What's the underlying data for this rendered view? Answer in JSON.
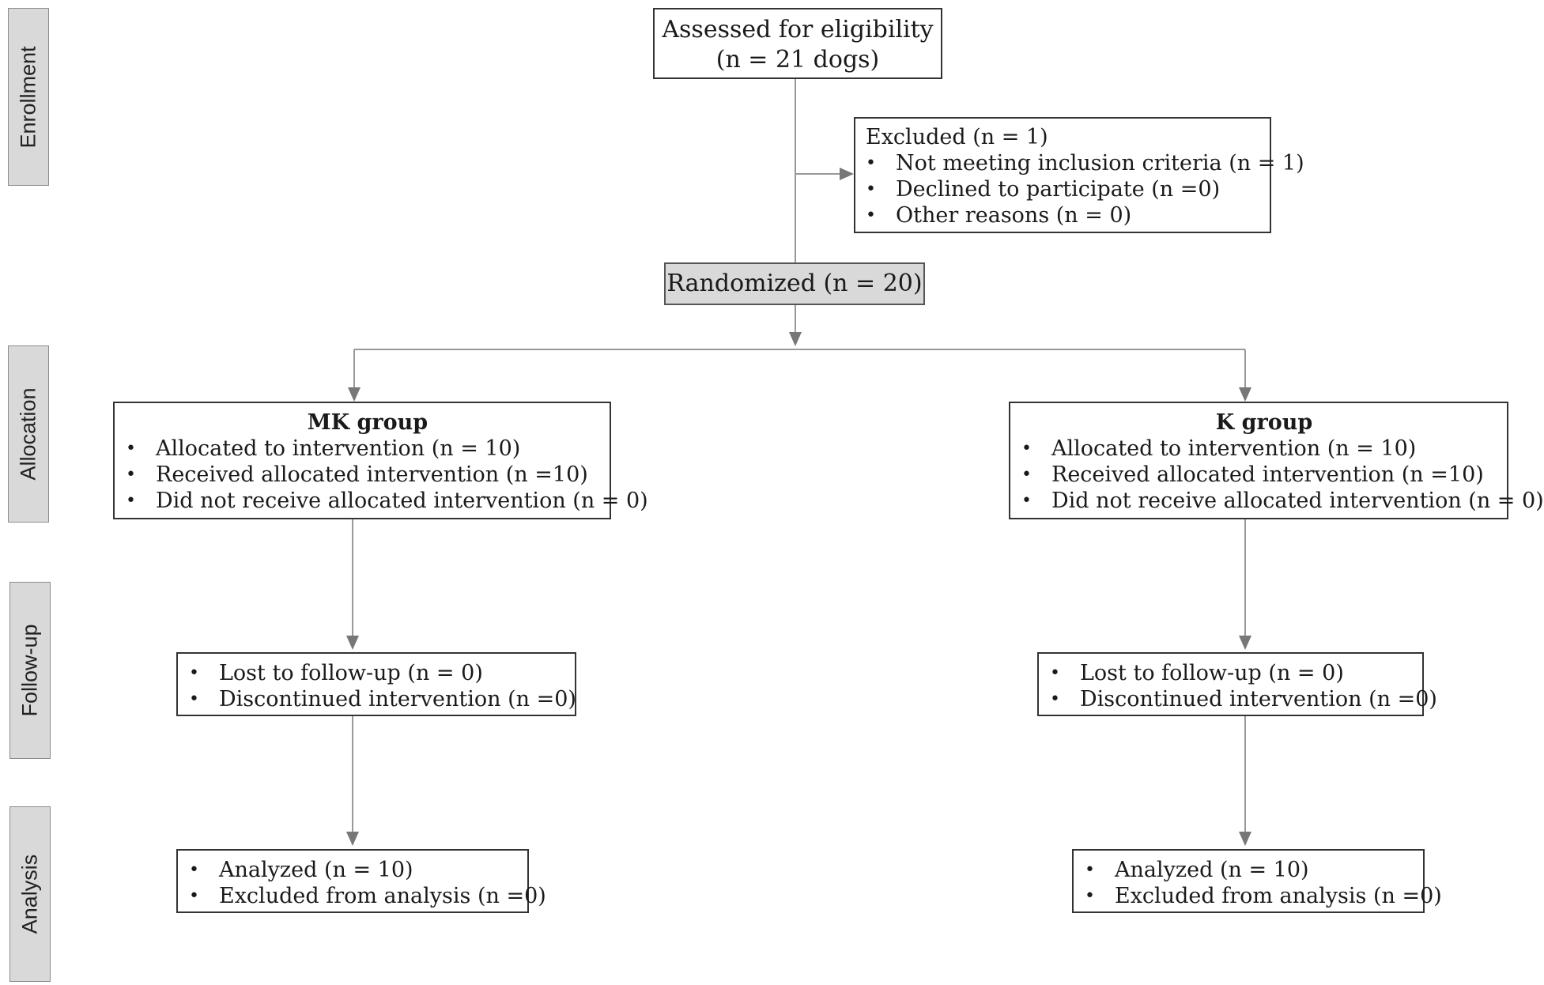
{
  "stages": {
    "enrollment": "Enrollment",
    "allocation": "Allocation",
    "followup": "Follow-up",
    "analysis": "Analysis"
  },
  "assessed": {
    "line1": "Assessed for eligibility",
    "line2": "(n = 21 dogs)"
  },
  "excluded": {
    "title": "Excluded (n = 1)",
    "items": [
      "Not meeting inclusion criteria (n = 1)",
      "Declined to participate (n =0)",
      "Other reasons (n = 0)"
    ]
  },
  "randomized": "Randomized (n = 20)",
  "mk": {
    "title": "MK group",
    "allocation": [
      "Allocated to intervention (n = 10)",
      "Received allocated intervention (n =10)",
      "Did not receive allocated intervention (n = 0)"
    ],
    "followup": [
      "Lost to follow-up (n = 0)",
      "Discontinued intervention (n =0)"
    ],
    "analysis": [
      "Analyzed (n = 10)",
      "Excluded from analysis (n =0)"
    ]
  },
  "k": {
    "title": "K group",
    "allocation": [
      "Allocated to intervention (n = 10)",
      "Received allocated intervention (n =10)",
      "Did not receive allocated intervention (n = 0)"
    ],
    "followup": [
      "Lost to follow-up (n = 0)",
      "Discontinued intervention (n =0)"
    ],
    "analysis": [
      "Analyzed (n = 10)",
      "Excluded from analysis (n =0)"
    ]
  }
}
